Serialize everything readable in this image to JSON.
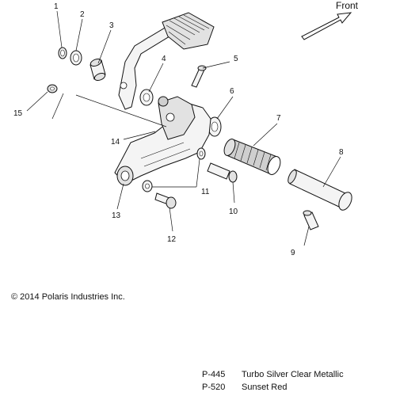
{
  "front_label": "Front",
  "copyright": "© 2014 Polaris Industries Inc.",
  "callouts": [
    "1",
    "2",
    "3",
    "4",
    "5",
    "6",
    "7",
    "8",
    "9",
    "10",
    "11",
    "12",
    "13",
    "14",
    "15"
  ],
  "legend": [
    {
      "code": "P-445",
      "name": "Turbo Silver Clear Metallic"
    },
    {
      "code": "P-520",
      "name": "Sunset Red"
    }
  ]
}
